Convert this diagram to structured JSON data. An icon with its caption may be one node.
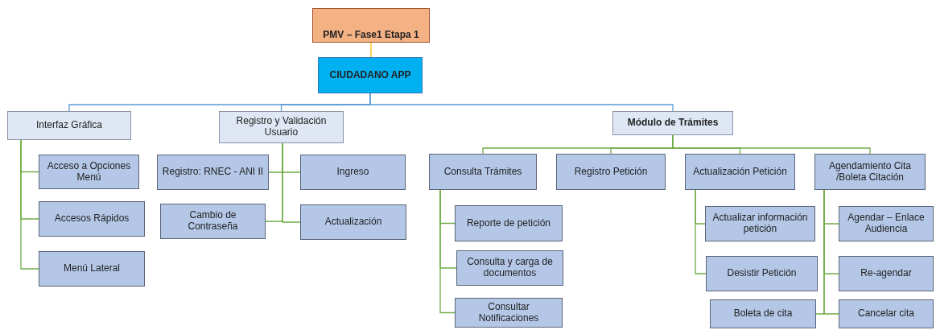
{
  "diagram": {
    "nodes": [
      {
        "text": [
          "PMV – Fase1 Etapa 1"
        ]
      },
      {
        "text": [
          "CIUDADANO APP"
        ]
      },
      {
        "text": [
          "Interfaz Gráfica"
        ]
      },
      {
        "text": [
          "Registro y Validación Usuario"
        ]
      },
      {
        "text": [
          "Módulo de Trámites"
        ]
      },
      {
        "text": [
          "Acceso a Opciones Menú"
        ]
      },
      {
        "text": [
          "Accesos Rápidos"
        ]
      },
      {
        "text": [
          "Menú Lateral"
        ]
      },
      {
        "text": [
          "Registro: RNEC - ANI II"
        ]
      },
      {
        "text": [
          "Ingreso"
        ]
      },
      {
        "text": [
          "Cambio de Contraseña"
        ]
      },
      {
        "text": [
          "Actualización"
        ]
      },
      {
        "text": [
          "Consulta Trámites"
        ]
      },
      {
        "text": [
          "Registro Petición"
        ]
      },
      {
        "text": [
          "Actualización Petición"
        ]
      },
      {
        "text": [
          "Agendamiento Cita /Boleta Citación"
        ]
      },
      {
        "text": [
          "Reporte de petición"
        ]
      },
      {
        "text": [
          "Consulta y carga de documentos"
        ]
      },
      {
        "text": [
          "Consultar Notificaciones"
        ]
      },
      {
        "text": [
          "Actualizar información petición"
        ]
      },
      {
        "text": [
          "Desistir Petición"
        ]
      },
      {
        "text": [
          "Boleta de cita"
        ]
      },
      {
        "text": [
          "Agendar – Enlace Audiencia"
        ]
      },
      {
        "text": [
          "Re-agendar"
        ]
      },
      {
        "text": [
          "Cancelar cita"
        ]
      }
    ],
    "edges": [
      {
        "from": 0,
        "to": 1,
        "arrow": "none",
        "color": "#ffc000"
      },
      {
        "from": 1,
        "to": 2,
        "arrow": "none",
        "color": "#5b9bd5"
      },
      {
        "from": 1,
        "to": 3,
        "arrow": "none",
        "color": "#5b9bd5"
      },
      {
        "from": 1,
        "to": 4,
        "arrow": "none",
        "color": "#5b9bd5"
      },
      {
        "from": 2,
        "to": 5,
        "arrow": "none"
      },
      {
        "from": 2,
        "to": 6,
        "arrow": "none"
      },
      {
        "from": 2,
        "to": 7,
        "arrow": "none"
      },
      {
        "from": 3,
        "to": 8,
        "arrow": "none"
      },
      {
        "from": 3,
        "to": 9,
        "arrow": "none"
      },
      {
        "from": 3,
        "to": 10,
        "arrow": "none"
      },
      {
        "from": 3,
        "to": 11,
        "arrow": "none"
      },
      {
        "from": 4,
        "to": 12,
        "arrow": "none"
      },
      {
        "from": 4,
        "to": 13,
        "arrow": "none"
      },
      {
        "from": 4,
        "to": 14,
        "arrow": "none"
      },
      {
        "from": 4,
        "to": 15,
        "arrow": "none"
      },
      {
        "from": 12,
        "to": 16,
        "arrow": "none"
      },
      {
        "from": 12,
        "to": 17,
        "arrow": "none"
      },
      {
        "from": 12,
        "to": 18,
        "arrow": "none"
      },
      {
        "from": 14,
        "to": 19,
        "arrow": "none"
      },
      {
        "from": 14,
        "to": 20,
        "arrow": "none"
      },
      {
        "from": 15,
        "to": 22,
        "arrow": "none"
      },
      {
        "from": 15,
        "to": 23,
        "arrow": "none"
      },
      {
        "from": 15,
        "to": 24,
        "arrow": "none"
      },
      {
        "from": 15,
        "to": 21,
        "arrow": "none"
      }
    ]
  }
}
